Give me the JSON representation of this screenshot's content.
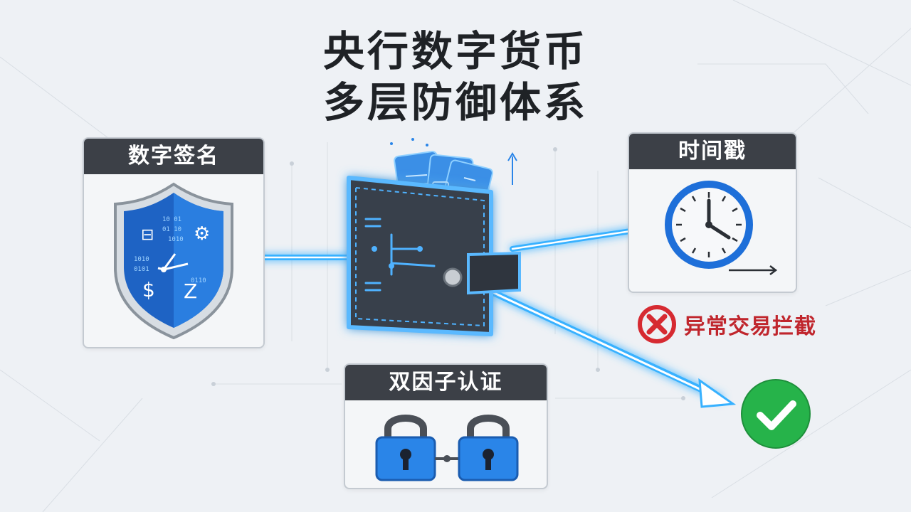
{
  "title": {
    "line1": "央行数字货币",
    "line2": "多层防御体系"
  },
  "cards": {
    "digital_signature": {
      "label": "数字签名",
      "icon": "shield-icon"
    },
    "timestamp": {
      "label": "时间戳",
      "icon": "clock-icon"
    },
    "two_factor": {
      "label": "双因子认证",
      "icon": "padlock-pair-icon"
    }
  },
  "outcomes": {
    "blocked": {
      "label": "异常交易拦截",
      "icon": "x-circle-icon",
      "color": "#d62a31"
    },
    "approved": {
      "icon": "check-circle-icon",
      "color": "#26b34a"
    }
  },
  "center": {
    "icon": "digital-wallet-icon"
  },
  "colors": {
    "glow": "#2aa7ff",
    "header": "#3c4047",
    "accent": "#1e6fd9"
  }
}
